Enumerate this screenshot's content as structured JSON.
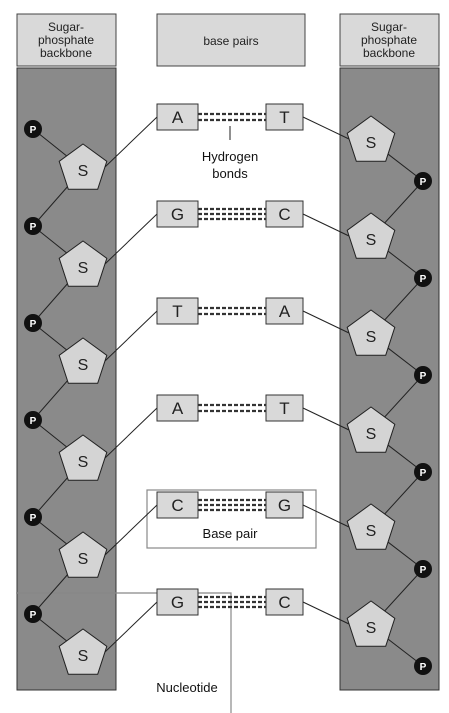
{
  "headers": {
    "left_backbone": [
      "Sugar-",
      "phosphate",
      "backbone"
    ],
    "base_pairs": "base pairs",
    "right_backbone": [
      "Sugar-",
      "phosphate",
      "backbone"
    ]
  },
  "pairs": [
    {
      "left": "A",
      "right": "T",
      "bonds": 2
    },
    {
      "left": "G",
      "right": "C",
      "bonds": 3
    },
    {
      "left": "T",
      "right": "A",
      "bonds": 2
    },
    {
      "left": "A",
      "right": "T",
      "bonds": 2
    },
    {
      "left": "C",
      "right": "G",
      "bonds": 3
    },
    {
      "left": "G",
      "right": "C",
      "bonds": 3
    }
  ],
  "sugar_label": "S",
  "phosphate_label": "P",
  "labels": {
    "hydrogen_bonds": [
      "Hydrogen",
      "bonds"
    ],
    "base_pair": "Base pair",
    "nucleotide": "Nucleotide"
  },
  "colors": {
    "backbone": "#8a8a8a",
    "sugar": "#d4d4d4",
    "base_box": "#d9d9d9",
    "header_box": "#d9d9d9",
    "phosphate": "#111111"
  }
}
